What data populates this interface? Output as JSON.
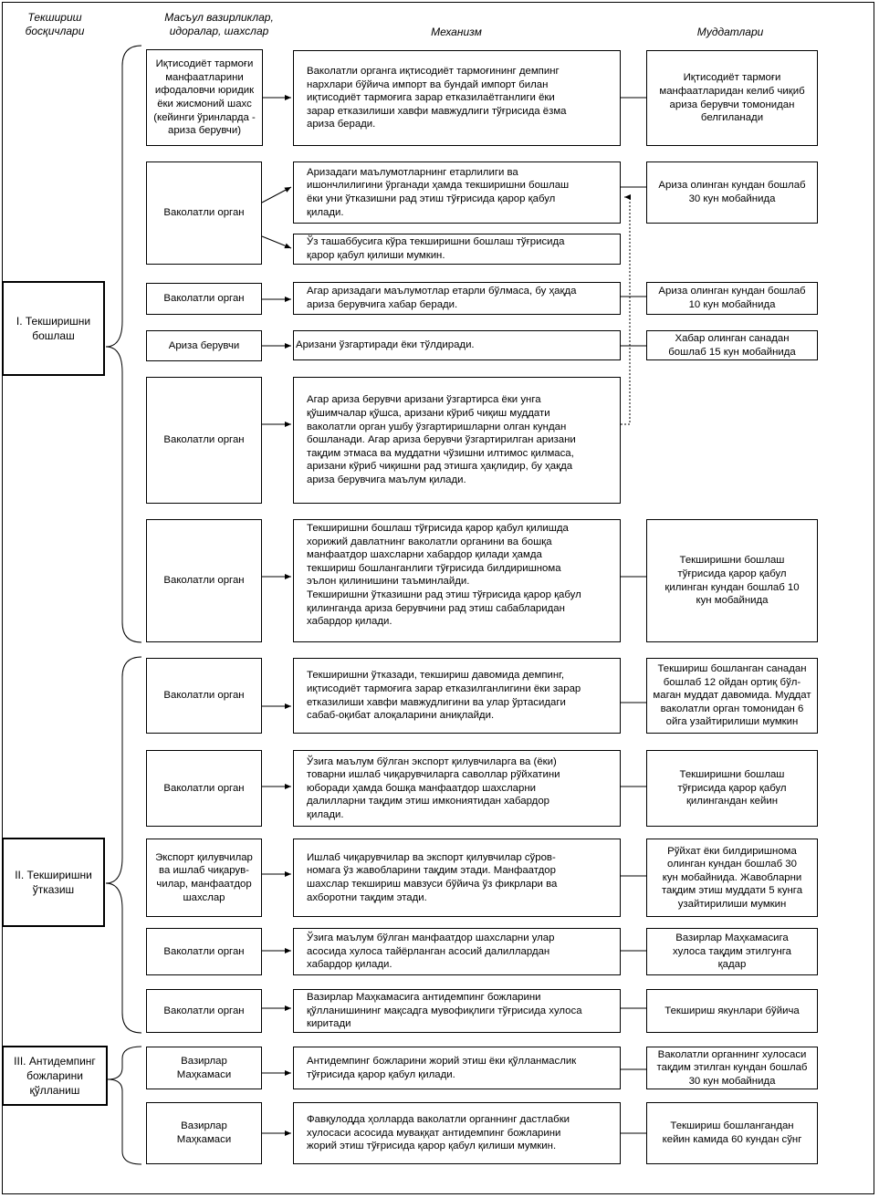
{
  "headers": {
    "stages": "Текшириш\nбосқичлари",
    "responsible": "Масъул вазирликлар,\nидоралар, шахслар",
    "mechanism": "Механизм",
    "deadlines": "Муддатлари"
  },
  "stages": [
    "I. Текширишни\nбошлаш",
    "II. Текширишни\nўтказиш",
    "III. Антидемпинг\nбожларини\nқўлланиш"
  ],
  "rows": [
    {
      "responsible": "Иқтисодиёт тармоғи\nманфаатларини\nифодаловчи юридик\nёки жисмоний шахс\n(кейинги ўринларда -\nариза берувчи)",
      "mechanism": "Ваколатли органга иқтисодиёт тармоғининг демпинг\nнархлари бўйича импорт ва бундай импорт билан\nиқтисодиёт тармоғига зарар етказилаётганлиги ёки\nзарар етказилиши хавфи мавжудлиги тўғрисида ёзма\nариза беради.",
      "deadline": "Иқтисодиёт тармоғи\nманфаатларидан келиб чиқиб\nариза берувчи томонидан\nбелгиланади"
    },
    {
      "responsible": "Ваколатли орган",
      "mechanism": "Аризадаги маълумотларнинг етарлилиги ва\nишончлилигини ўрганади ҳамда текширишни бошлаш\nёки уни ўтказишни рад этиш тўғрисида қарор қабул\nқилади.",
      "mechanism2": "Ўз ташаббусига кўра текширишни бошлаш тўғрисида\nқарор қабул қилиши мумкин.",
      "deadline": "Ариза олинган кундан бошлаб\n30 кун мобайнида"
    },
    {
      "responsible": "Ваколатли орган",
      "mechanism": "Агар аризадаги маълумотлар етарли бўлмаса, бу ҳақда\nариза берувчига хабар беради.",
      "deadline": "Ариза олинган кундан бошлаб\n10 кун мобайнида"
    },
    {
      "responsible": "Ариза берувчи",
      "mechanism": "Аризани ўзгартиради ёки тўлдиради.",
      "deadline": "Хабар олинган санадан\nбошлаб 15 кун мобайнида"
    },
    {
      "responsible": "Ваколатли орган",
      "mechanism": "Агар ариза берувчи аризани ўзгартирса ёки унга\nқўшимчалар қўшса, аризани кўриб чиқиш муддати\nваколатли орган ушбу ўзгартиришларни олган кундан\nбошланади. Агар ариза берувчи ўзгартирилган аризани\nтақдим этмаса ва муддатни чўзишни илтимос қилмаса,\nаризани кўриб чиқишни рад этишга ҳақлидир, бу ҳақда\nариза берувчига маълум қилади."
    },
    {
      "responsible": "Ваколатли орган",
      "mechanism": "Текширишни бошлаш тўғрисида қарор қабул қилишда\nхорижий давлатнинг ваколатли органини ва бошқа\nманфаатдор шахсларни хабардор қилади ҳамда\nтекшириш бошланганлиги тўғрисида билдиришнома\nэълон қилинишини таъминлайди.\nТекширишни ўтказишни рад этиш тўғрисида қарор қабул\nқилинганда ариза берувчини рад этиш сабабларидан\nхабардор қилади.",
      "deadline": "Текширишни бошлаш\nтўғрисида қарор қабул\nқилинган кундан бошлаб 10\nкун мобайнида"
    },
    {
      "responsible": "Ваколатли орган",
      "mechanism": "Текширишни ўтказади, текшириш давомида демпинг,\nиқтисодиёт тармоғига зарар етказилганлигини ёки зарар\nетказилиши хавфи мавжудлигини ва улар ўртасидаги\nсабаб-оқибат алоқаларини аниқлайди.",
      "deadline": "Текшириш бошланган санадан\nбошлаб 12 ойдан ортиқ бўл-\nмаган муддат давомида. Муддат\nваколатли орган томонидан 6\nойга узайтирилиши мумкин"
    },
    {
      "responsible": "Ваколатли орган",
      "mechanism": "Ўзига маълум бўлган экспорт қилувчиларга ва (ёки)\nтоварни ишлаб чиқарувчиларга саволлар рўйхатини\nюборади ҳамда бошқа манфаатдор шахсларни\nдалилларни тақдим этиш имкониятидан хабардор\nқилади.",
      "deadline": "Текширишни бошлаш\nтўғрисида қарор қабул\nқилингандан кейин"
    },
    {
      "responsible": "Экспорт қилувчилар\nва ишлаб чиқарув-\nчилар, манфаатдор\nшахслар",
      "mechanism": "Ишлаб чиқарувчилар ва экспорт қилувчилар сўров-\nномага ўз жавобларини тақдим этади. Манфаатдор\nшахслар текшириш мавзуси бўйича ўз фикрлари ва\nахборотни тақдим этади.",
      "deadline": "Рўйхат ёки билдиришнома\nолинган кундан бошлаб 30\nкун мобайнида. Жавобларни\nтақдим этиш муддати 5 кунга\nузайтирилиши мумкин"
    },
    {
      "responsible": "Ваколатли орган",
      "mechanism": "Ўзига маълум бўлган манфаатдор шахсларни улар\nасосида хулоса тайёрланган асосий далиллардан\nхабардор қилади.",
      "deadline": "Вазирлар Маҳкамасига\nхулоса тақдим этилгунга\nқадар"
    },
    {
      "responsible": "Ваколатли орган",
      "mechanism": "Вазирлар Маҳкамасига антидемпинг божларини\nқўлланишининг мақсадга мувофиқлиги тўғрисида хулоса\nкиритади",
      "deadline": "Текшириш якунлари бўйича"
    },
    {
      "responsible": "Вазирлар\nМаҳкамаси",
      "mechanism": "Антидемпинг божларини жорий этиш ёки қўлланмаслик\nтўғрисида қарор қабул қилади.",
      "deadline": "Ваколатли органнинг хулосаси\nтақдим этилган кундан бошлаб\n30 кун мобайнида"
    },
    {
      "responsible": "Вазирлар\nМаҳкамаси",
      "mechanism": "Фавқулодда ҳолларда ваколатли органнинг дастлабки\nхулосаси асосида муваққат антидемпинг божларини\nжорий этиш тўғрисида қарор қабул қилиши мумкин.",
      "deadline": "Текшириш бошлангандан\nкейин камида 60 кундан сўнг"
    }
  ]
}
